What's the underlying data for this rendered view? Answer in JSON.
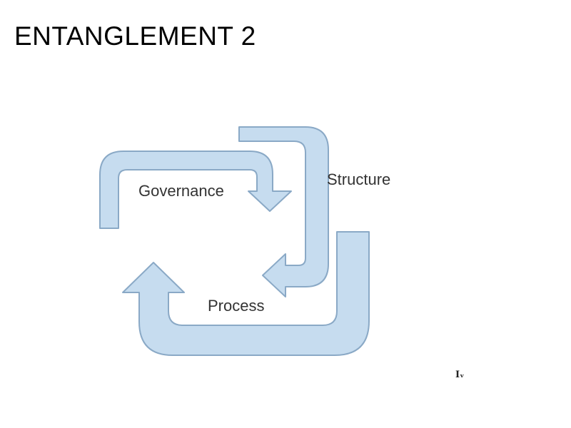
{
  "slide": {
    "title": "ENTANGLEMENT 2"
  },
  "diagram": {
    "cycle": [
      {
        "label": "Governance",
        "arrow_to": "Structure"
      },
      {
        "label": "Structure",
        "arrow_to": "Process"
      },
      {
        "label": "Process",
        "arrow_to": "Governance"
      }
    ],
    "arrow_fill": "#c6dcef",
    "arrow_outline": "#8aa9c6",
    "label_color": "#333333"
  },
  "corner_mark": "Iᵥ"
}
